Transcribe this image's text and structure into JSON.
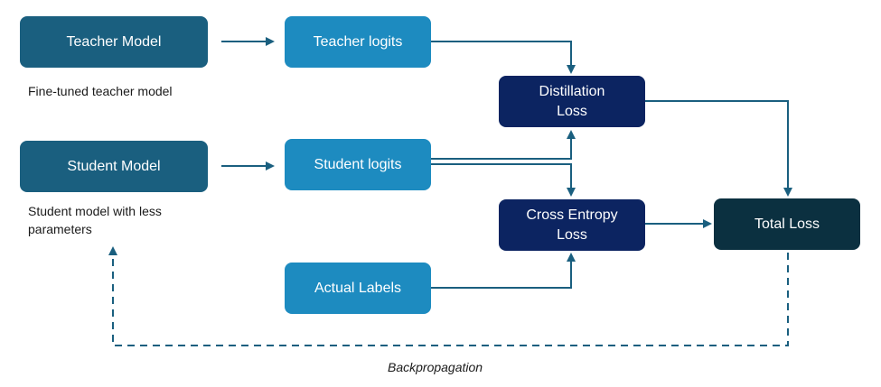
{
  "nodes": {
    "teacher_model": "Teacher Model",
    "student_model": "Student Model",
    "teacher_logits": "Teacher logits",
    "student_logits": "Student logits",
    "actual_labels": "Actual Labels",
    "distillation_loss": "Distillation\nLoss",
    "cross_entropy_loss": "Cross Entropy\nLoss",
    "total_loss": "Total Loss"
  },
  "captions": {
    "teacher_caption": "Fine-tuned teacher model",
    "student_caption": "Student model with less parameters",
    "backprop_label": "Backpropagation"
  },
  "colors": {
    "model_box": "#1a5f7f",
    "logits_box": "#1d8bc0",
    "loss_box": "#0c2461",
    "total_box": "#0b3040",
    "arrow": "#1a5f7f"
  }
}
